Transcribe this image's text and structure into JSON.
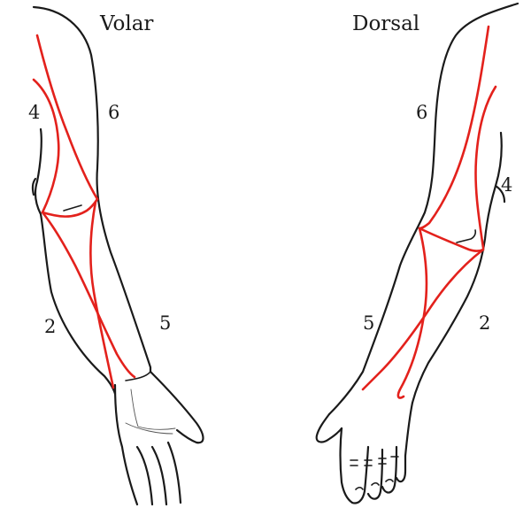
{
  "views": {
    "volar": {
      "title": "Volar",
      "zones": {
        "z4": "4",
        "z6": "6",
        "z2": "2",
        "z5": "5"
      }
    },
    "dorsal": {
      "title": "Dorsal",
      "zones": {
        "z6": "6",
        "z4": "4",
        "z5": "5",
        "z2": "2"
      }
    }
  },
  "colors": {
    "outline": "#1a1a1a",
    "zone_boundary": "#e3211c",
    "background": "#ffffff"
  }
}
